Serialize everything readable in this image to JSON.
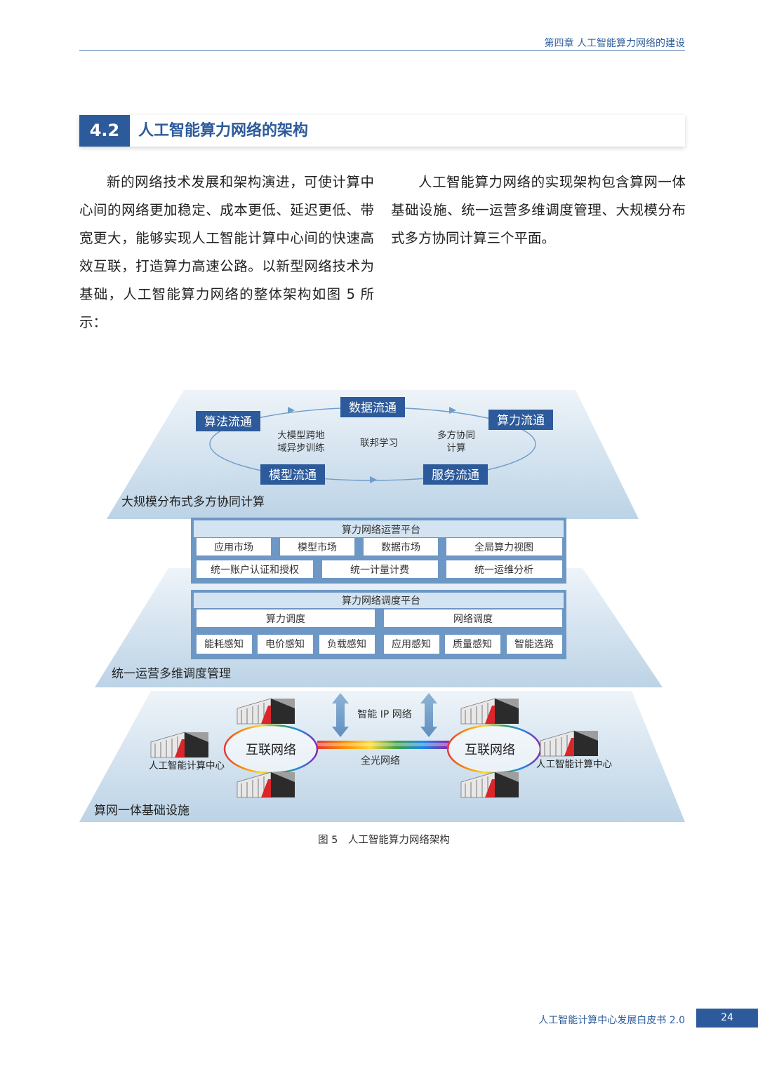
{
  "header": {
    "chapter": "第四章 人工智能算力网络的建设"
  },
  "section": {
    "number": "4.2",
    "title": "人工智能算力网络的架构"
  },
  "body": {
    "para_left": "新的网络技术发展和架构演进，可使计算中心间的网络更加稳定、成本更低、延迟更低、带宽更大，能够实现人工智能计算中心间的快速高效互联，打造算力高速公路。以新型网络技术为基础，人工智能算力网络的整体架构如图 5 所示：",
    "para_right": "人工智能算力网络的实现架构包含算网一体基础设施、统一运营多维调度管理、大规模分布式多方协同计算三个平面。"
  },
  "figure": {
    "top_layer": {
      "label": "大规模分布式多方协同计算",
      "flows": {
        "algorithm": "算法流通",
        "data": "数据流通",
        "compute": "算力流通",
        "model": "模型流通",
        "service": "服务流通"
      },
      "notes": {
        "training_l1": "大模型跨地",
        "training_l2": "域异步训练",
        "federated": "联邦学习",
        "multiparty_l1": "多方协同",
        "multiparty_l2": "计算"
      }
    },
    "middle_layer": {
      "label": "统一运营多维调度管理",
      "ops_platform": {
        "title": "算力网络运营平台",
        "row1": [
          "应用市场",
          "模型市场",
          "数据市场",
          "全局算力视图"
        ],
        "row2": [
          "统一账户认证和授权",
          "统一计量计费",
          "统一运维分析"
        ]
      },
      "sched_platform": {
        "title": "算力网络调度平台",
        "row1": [
          "算力调度",
          "网络调度"
        ],
        "row2": [
          "能耗感知",
          "电价感知",
          "负载感知",
          "应用感知",
          "质量感知",
          "智能选路"
        ]
      }
    },
    "bottom_layer": {
      "label": "算网一体基础设施",
      "left_net": "互联网络",
      "right_net": "互联网络",
      "smart_ip": "智能 IP 网络",
      "optical": "全光网络",
      "dc_left": "人工智能计算中心",
      "dc_right": "人工智能计算中心"
    },
    "caption": "图 5　人工智能算力网络架构"
  },
  "footer": {
    "title": "人工智能计算中心发展白皮书 2.0",
    "page": "24"
  },
  "colors": {
    "brand_blue": "#2d5a9a",
    "layer_fill": "#c9dbea",
    "accent_red": "#d9262b"
  }
}
